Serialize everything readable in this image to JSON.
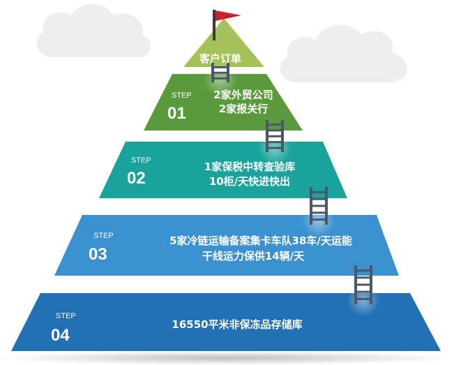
{
  "top": {
    "label": "客户订单",
    "color": "#a3c35a"
  },
  "tiers": [
    {
      "step_word": "STEP",
      "number": "01",
      "lines": [
        "2家外贸公司",
        "2家报关行"
      ],
      "color": "#5a9a3c"
    },
    {
      "step_word": "STEP",
      "number": "02",
      "lines": [
        "1家保税中转查验库",
        "10柜/天快进快出"
      ],
      "color": "#1aa39c"
    },
    {
      "step_word": "STEP",
      "number": "03",
      "lines": [
        "5家冷链运输备案集卡车队38车/天运能",
        "干线运力保供14辆/天"
      ],
      "color": "#3b91cf"
    },
    {
      "step_word": "STEP",
      "number": "04",
      "lines": [
        "16550平米非保冻品存储库"
      ],
      "color": "#2170b3"
    }
  ],
  "colors": {
    "flag": "#cc1f2a",
    "ladder": "#4a5768",
    "cloud": "#eeeeee"
  },
  "icons": [
    "flag-icon",
    "ladder-icon",
    "cloud-icon"
  ]
}
